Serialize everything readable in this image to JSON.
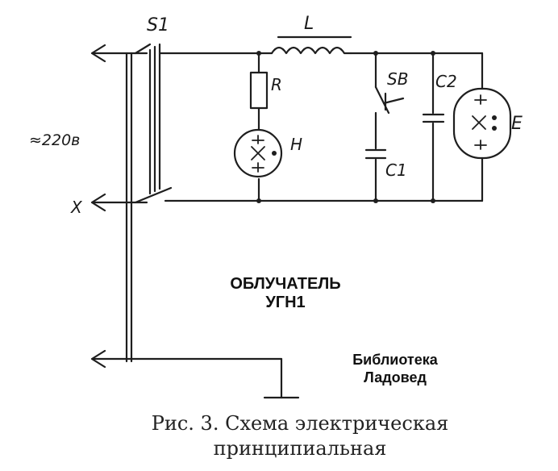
{
  "labels": {
    "switch": "S1",
    "inductor": "L",
    "resistor": "R",
    "indicator_lamp": "H",
    "button": "SB",
    "capacitor1": "C1",
    "capacitor2": "C2",
    "lamp": "E",
    "supply": "≈220в",
    "ground": "X"
  },
  "title_line1": "ОБЛУЧАТЕЛЬ",
  "title_line2": "УГН1",
  "library_line1": "Библиотека",
  "library_line2": "Ладовед",
  "caption_line1": "Рис. 3. Схема электрическая",
  "caption_line2": "принципиальная"
}
